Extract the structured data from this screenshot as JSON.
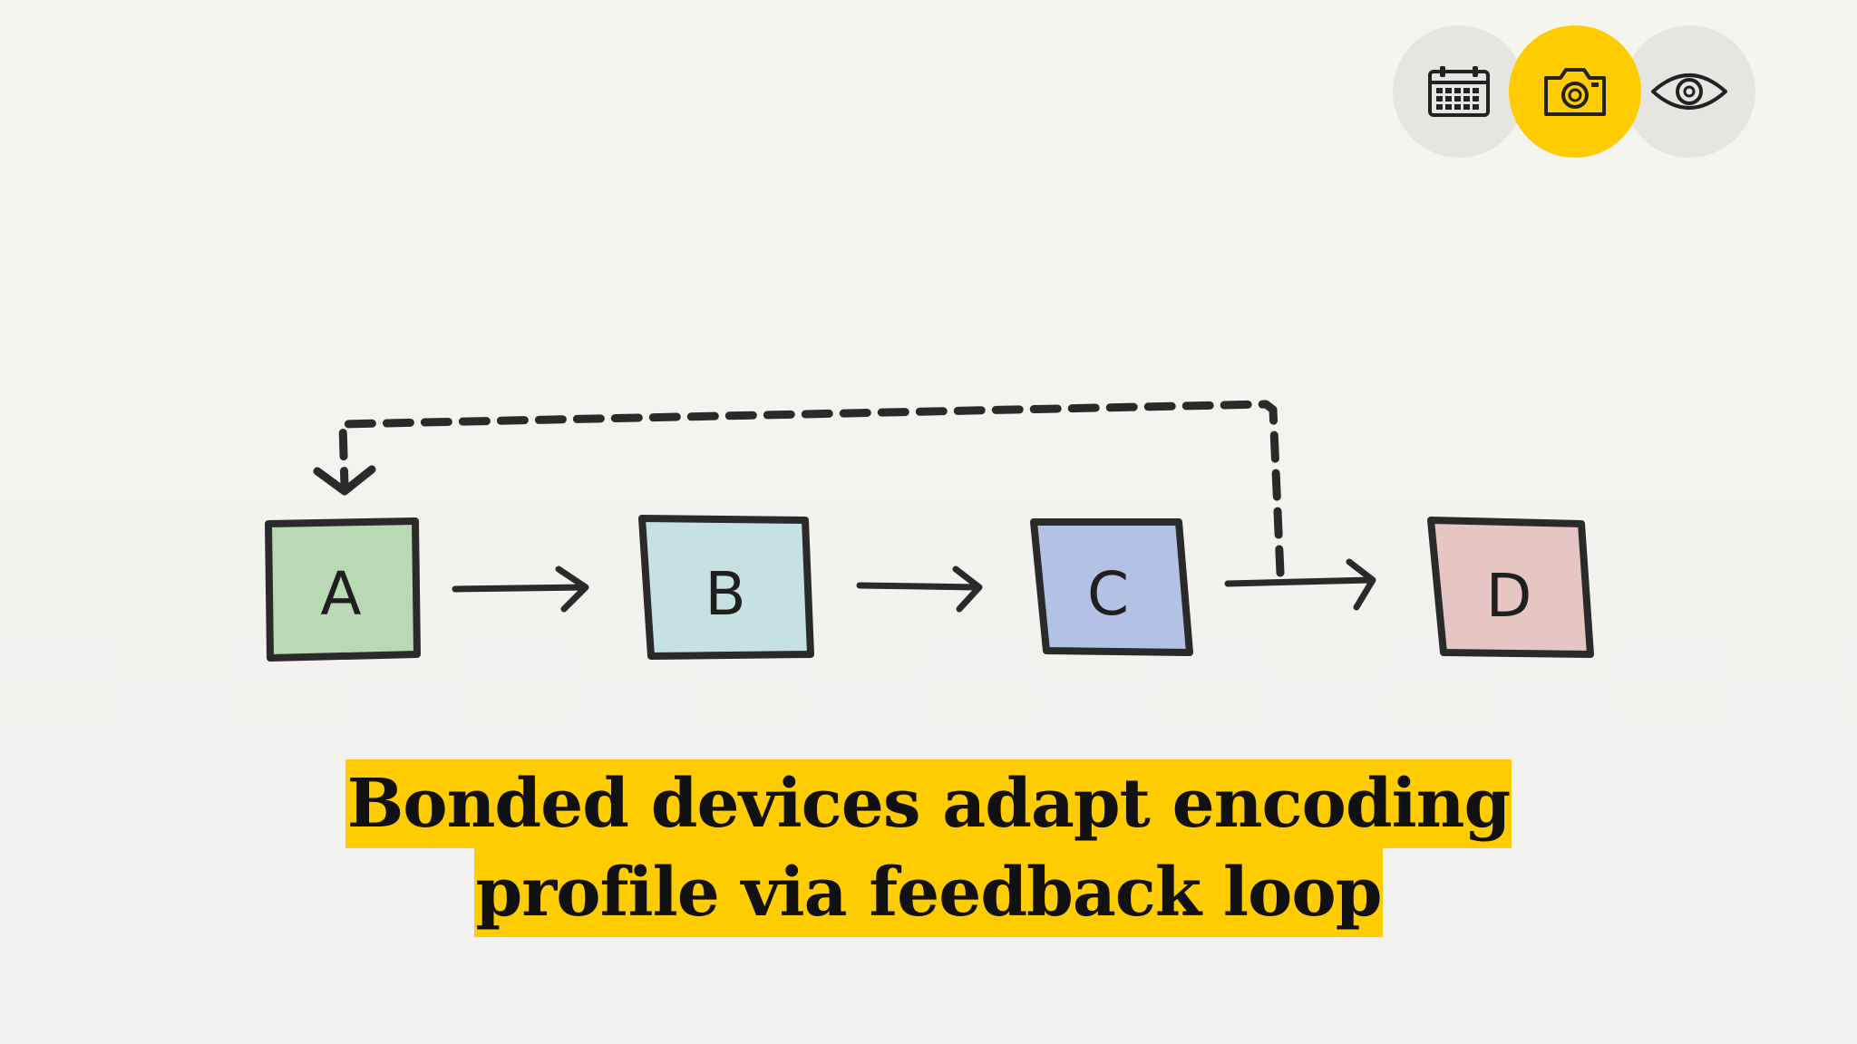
{
  "toolbar": {
    "buttons": [
      {
        "icon": "calendar-icon",
        "state": "inactive"
      },
      {
        "icon": "camera-icon",
        "state": "active"
      },
      {
        "icon": "eye-icon",
        "state": "inactive"
      }
    ],
    "active_color": "#ffcc00",
    "inactive_color": "#e6e5e2"
  },
  "diagram": {
    "nodes": [
      {
        "label": "A",
        "color": "#b9d8b4"
      },
      {
        "label": "B",
        "color": "#c5e1e1"
      },
      {
        "label": "C",
        "color": "#b3c2e4"
      },
      {
        "label": "D",
        "color": "#e5c6c3"
      }
    ],
    "edges": [
      {
        "from": "A",
        "to": "B",
        "style": "solid"
      },
      {
        "from": "B",
        "to": "C",
        "style": "solid"
      },
      {
        "from": "C",
        "to": "D",
        "style": "solid"
      },
      {
        "from": "C-D",
        "to": "A",
        "style": "dashed"
      }
    ]
  },
  "caption": {
    "line1": "Bonded devices adapt encoding",
    "line2": "profile via feedback loop",
    "highlight_color": "#ffcc00"
  }
}
